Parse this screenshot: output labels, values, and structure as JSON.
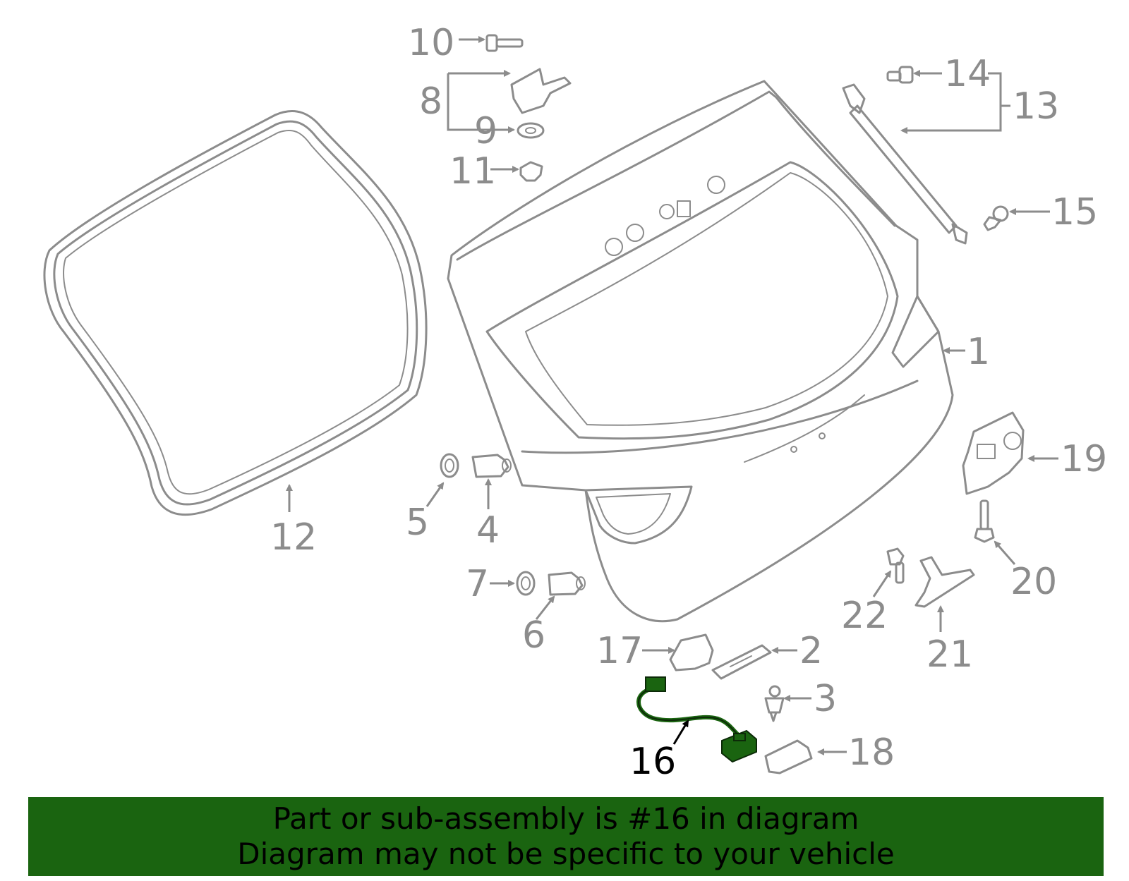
{
  "diagram": {
    "callouts": [
      {
        "id": "1",
        "label": "1"
      },
      {
        "id": "2",
        "label": "2"
      },
      {
        "id": "3",
        "label": "3"
      },
      {
        "id": "4",
        "label": "4"
      },
      {
        "id": "5",
        "label": "5"
      },
      {
        "id": "6",
        "label": "6"
      },
      {
        "id": "7",
        "label": "7"
      },
      {
        "id": "8",
        "label": "8"
      },
      {
        "id": "9",
        "label": "9"
      },
      {
        "id": "10",
        "label": "10"
      },
      {
        "id": "11",
        "label": "11"
      },
      {
        "id": "12",
        "label": "12"
      },
      {
        "id": "13",
        "label": "13"
      },
      {
        "id": "14",
        "label": "14"
      },
      {
        "id": "15",
        "label": "15"
      },
      {
        "id": "16",
        "label": "16"
      },
      {
        "id": "17",
        "label": "17"
      },
      {
        "id": "18",
        "label": "18"
      },
      {
        "id": "19",
        "label": "19"
      },
      {
        "id": "20",
        "label": "20"
      },
      {
        "id": "21",
        "label": "21"
      },
      {
        "id": "22",
        "label": "22"
      }
    ],
    "highlighted_part": "16",
    "colors": {
      "line": "#8c8c8c",
      "highlight_part": "#1a6410",
      "banner_bg": "#1a6410",
      "banner_text": "#000000"
    }
  },
  "banner": {
    "line1": "Part or sub-assembly is #16 in diagram",
    "line2": "Diagram may not be specific to your vehicle"
  }
}
